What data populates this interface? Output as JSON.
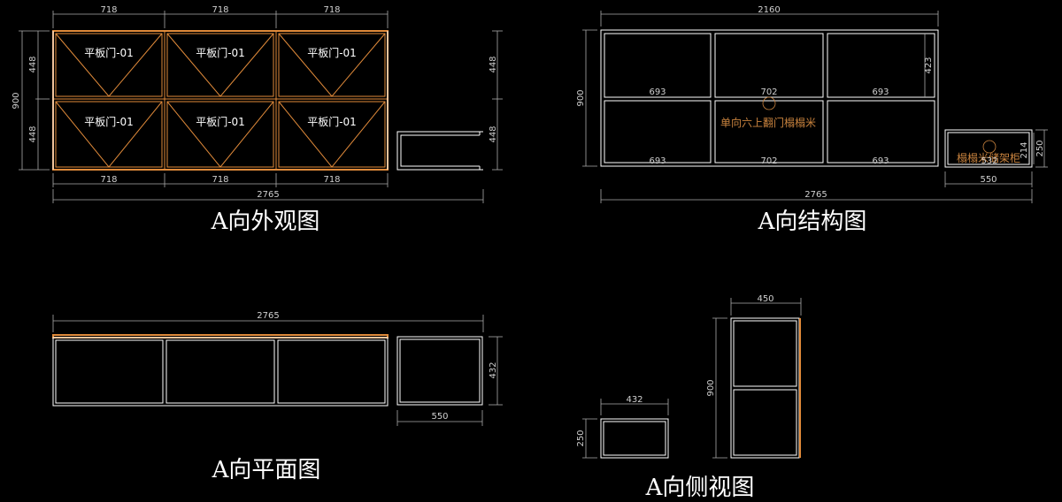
{
  "views": {
    "exterior": {
      "title": "A向外观图",
      "top_dims": [
        "718",
        "718",
        "718"
      ],
      "bottom_dims": [
        "718",
        "718",
        "718"
      ],
      "total_width": "2765",
      "height": "900",
      "row_heights": [
        "448",
        "448"
      ],
      "right_dims": [
        "448",
        "448"
      ],
      "door_labels": [
        "平板门-01",
        "平板门-01",
        "平板门-01",
        "平板门-01",
        "平板门-01",
        "平板门-01"
      ]
    },
    "structure": {
      "title": "A向结构图",
      "top_width": "2160",
      "height": "900",
      "right_dim": "423",
      "top_row_widths": [
        "693",
        "702",
        "693"
      ],
      "bottom_row_widths": [
        "693",
        "702",
        "693"
      ],
      "note": "单向六上翻门榻榻米",
      "total_width": "2765",
      "box_width": "550",
      "box_height_outer": "250",
      "box_height_inner": "214",
      "box_inner_width": "532",
      "box_label": "榻榻米储架柜"
    },
    "plan": {
      "title": "A向平面图",
      "total_width": "2765",
      "depth": "432",
      "box_width": "550"
    },
    "side": {
      "title": "A向侧视图",
      "cabinet_width": "450",
      "cabinet_height": "900",
      "box_width": "432",
      "box_height": "250"
    }
  },
  "colors": {
    "background": "#000000",
    "line": "#ffffff",
    "accent": "#e08a3a",
    "dimension": "#aaaaaa"
  }
}
